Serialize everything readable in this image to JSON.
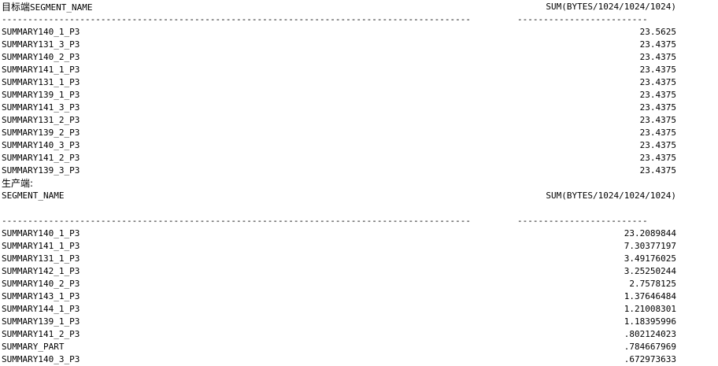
{
  "section1": {
    "label": "目标端",
    "col1": "SEGMENT_NAME",
    "col2": "SUM(BYTES/1024/1024/1024)",
    "rows": [
      [
        "SUMMARY140_1_P3",
        "23.5625"
      ],
      [
        "SUMMARY131_3_P3",
        "23.4375"
      ],
      [
        "SUMMARY140_2_P3",
        "23.4375"
      ],
      [
        "SUMMARY141_1_P3",
        "23.4375"
      ],
      [
        "SUMMARY131_1_P3",
        "23.4375"
      ],
      [
        "SUMMARY139_1_P3",
        "23.4375"
      ],
      [
        "SUMMARY141_3_P3",
        "23.4375"
      ],
      [
        "SUMMARY131_2_P3",
        "23.4375"
      ],
      [
        "SUMMARY139_2_P3",
        "23.4375"
      ],
      [
        "SUMMARY140_3_P3",
        "23.4375"
      ],
      [
        "SUMMARY141_2_P3",
        "23.4375"
      ],
      [
        "SUMMARY139_3_P3",
        "23.4375"
      ]
    ]
  },
  "section2": {
    "label": "生产端:",
    "col1": "SEGMENT_NAME",
    "col2": "SUM(BYTES/1024/1024/1024)",
    "rows": [
      [
        "SUMMARY140_1_P3",
        "23.2089844"
      ],
      [
        "SUMMARY141_1_P3",
        "7.30377197"
      ],
      [
        "SUMMARY131_1_P3",
        "3.49176025"
      ],
      [
        "SUMMARY142_1_P3",
        "3.25250244"
      ],
      [
        "SUMMARY140_2_P3",
        "2.7578125"
      ],
      [
        "SUMMARY143_1_P3",
        "1.37646484"
      ],
      [
        "SUMMARY144_1_P3",
        "1.21008301"
      ],
      [
        "SUMMARY139_1_P3",
        "1.18395996"
      ],
      [
        "SUMMARY141_2_P3",
        ".802124023"
      ],
      [
        "SUMMARY_PART",
        ".784667969"
      ],
      [
        "SUMMARY140_3_P3",
        ".672973633"
      ]
    ]
  },
  "separator": {
    "col1": "------------------------------------------------------------------------------------------",
    "col2": "-------------------------"
  }
}
